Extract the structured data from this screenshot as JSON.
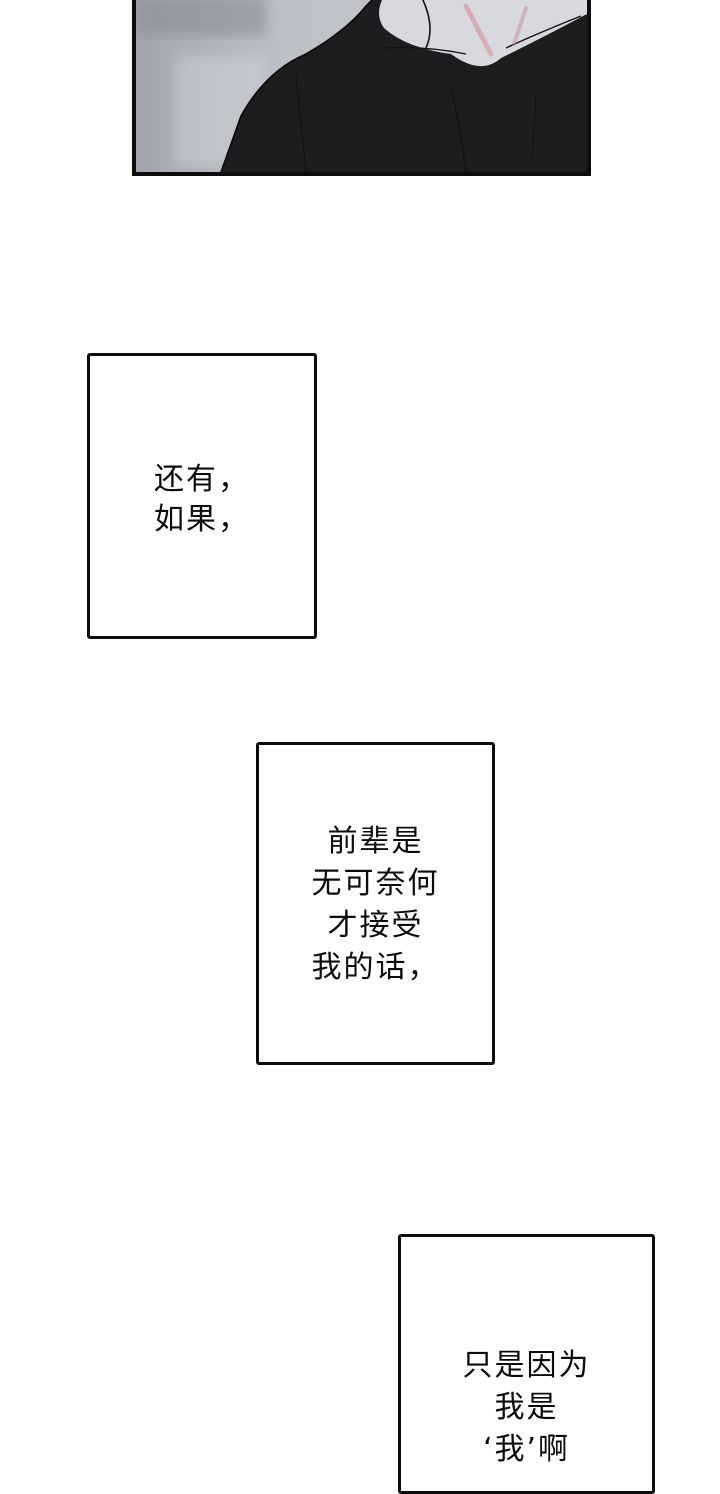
{
  "page": {
    "background_color": "#ffffff",
    "border_color": "#0b0b0b"
  },
  "panel_top": {
    "description": "comic panel showing a person's neck and shoulder in a black shirt against a blurred grey background",
    "colors": {
      "background": "#c0c1c9",
      "shirt": "#1c1c1e",
      "skin": "#d9dae0",
      "blush": "#d58a96"
    }
  },
  "captions": [
    {
      "lines": [
        "还有，",
        "如果，"
      ]
    },
    {
      "lines": [
        "前辈是",
        "无可奈何",
        "才接受",
        "我的话，"
      ]
    },
    {
      "lines": [
        "只是因为",
        "我是",
        "‘我’啊"
      ]
    }
  ]
}
